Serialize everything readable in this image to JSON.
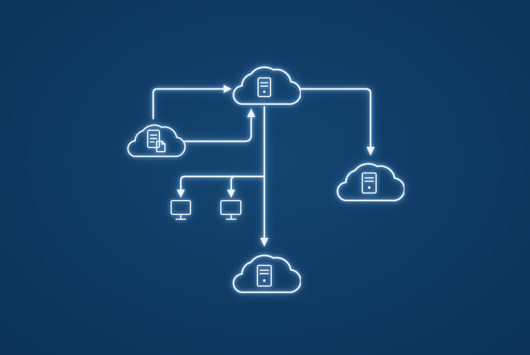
{
  "diagram": {
    "background_color": "#0f3a63",
    "line_color": "#e9f4ff",
    "glow_color": "#8fc6ff",
    "nodes": [
      {
        "id": "central-server-cloud",
        "icon": "server-icon"
      },
      {
        "id": "source-document-cloud",
        "icon": "document-icon"
      },
      {
        "id": "right-server-cloud",
        "icon": "server-icon"
      },
      {
        "id": "bottom-server-cloud",
        "icon": "server-icon"
      },
      {
        "id": "left-monitor",
        "icon": "monitor-icon"
      },
      {
        "id": "right-monitor",
        "icon": "monitor-icon"
      }
    ],
    "connections": [
      {
        "from": "source-document-cloud",
        "to": "central-server-cloud"
      },
      {
        "from": "source-document-cloud",
        "to": "central-server-cloud"
      },
      {
        "from": "central-server-cloud",
        "to": "right-server-cloud"
      },
      {
        "from": "central-server-cloud",
        "to": "bottom-server-cloud"
      },
      {
        "from": "central-server-cloud",
        "to": "left-monitor"
      },
      {
        "from": "central-server-cloud",
        "to": "right-monitor"
      }
    ]
  }
}
